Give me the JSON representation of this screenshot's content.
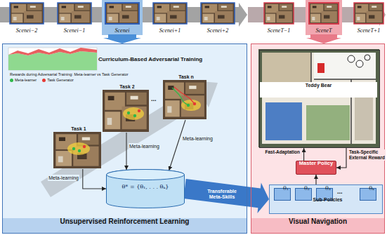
{
  "diagram": {
    "nodes": [
      {
        "text": [
          "Scenei−2"
        ]
      },
      {
        "text": [
          "Scenei−1"
        ]
      },
      {
        "text": [
          "Scenei"
        ]
      },
      {
        "text": [
          "Scenei+1"
        ]
      },
      {
        "text": [
          "Scenei+2"
        ]
      },
      {
        "text": [
          "SceneT−1"
        ]
      },
      {
        "text": [
          "SceneT"
        ]
      },
      {
        "text": [
          "SceneT+1"
        ]
      },
      {
        "text": [
          "Unsupervised Reinforcement Learning"
        ]
      },
      {
        "text": [
          "Task 1"
        ],
        "in": 8
      },
      {
        "text": [
          "Task 2"
        ],
        "in": 8
      },
      {
        "text": [
          "Task n"
        ],
        "in": 8
      },
      {
        "text": [
          "θ* = {θ₁, . . . θₖ}"
        ],
        "in": 8
      },
      {
        "text": [
          "Visual Navigation"
        ]
      },
      {
        "text": [
          "Teddy Bear"
        ],
        "in": 13
      },
      {
        "text": [
          "Master Policy"
        ],
        "in": 13
      },
      {
        "text": [
          "Sub-Policies"
        ],
        "in": 13
      },
      {
        "text": [
          "θ₁"
        ],
        "in": 16
      },
      {
        "text": [
          "θ₂"
        ],
        "in": 16
      },
      {
        "text": [
          "θ₃"
        ],
        "in": 16
      },
      {
        "text": [
          "θₖ"
        ],
        "in": 16
      }
    ],
    "edges": [
      {
        "from": 9,
        "to": 12,
        "label": "Meta-learning",
        "arrow": "to"
      },
      {
        "from": 10,
        "to": 12,
        "label": "Meta-learning",
        "arrow": "to"
      },
      {
        "from": 11,
        "to": 12,
        "label": "Meta-learning",
        "arrow": "to"
      },
      {
        "from": 12,
        "to": 16,
        "label": "Transferable Meta-Skills",
        "arrow": "to"
      },
      {
        "from": 15,
        "to": 14,
        "label": "Fast-Adaptation",
        "arrow": "to"
      },
      {
        "from": 14,
        "to": 15,
        "label": "Task-Specific External Reward",
        "arrow": "to"
      },
      {
        "from": 16,
        "to": 15,
        "arrow": "to"
      },
      {
        "from": 2,
        "to": 8,
        "arrow": "to"
      },
      {
        "from": 6,
        "to": 13,
        "arrow": "to"
      }
    ],
    "labels": [
      "Curriculum-Based Adversarial Training",
      "Rewards during Adversarial Training: Meta-learner vs Task Generator",
      "...",
      "..."
    ],
    "legend": [
      {
        "text": "Meta-learner",
        "color": "#2eb84a"
      },
      {
        "text": "Task Generator",
        "color": "#e53935"
      }
    ]
  }
}
